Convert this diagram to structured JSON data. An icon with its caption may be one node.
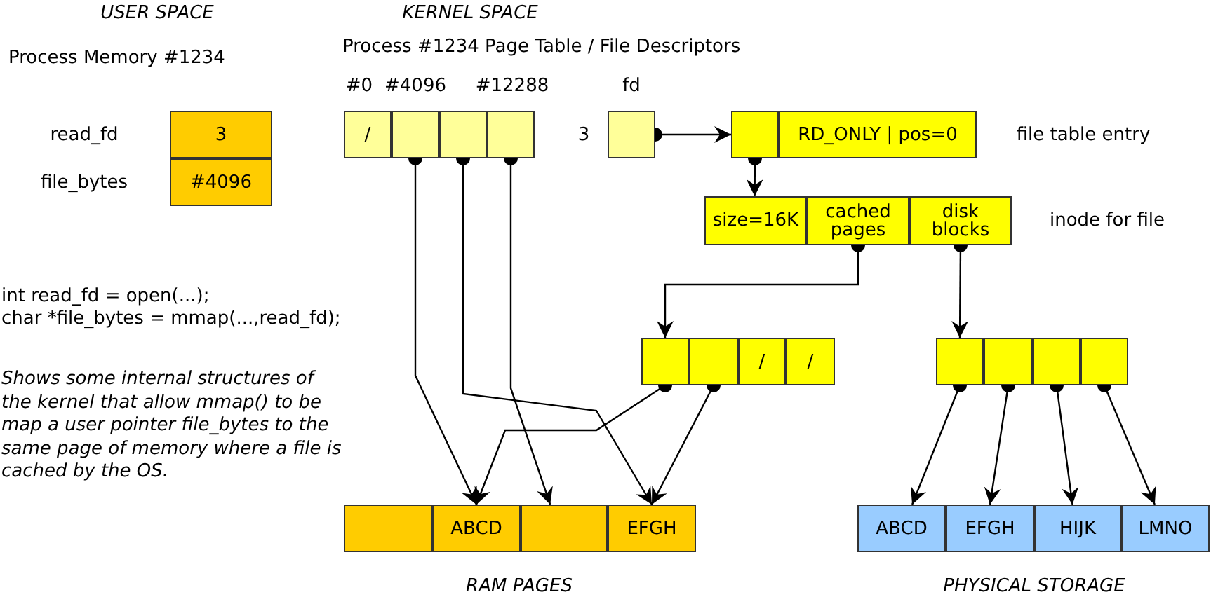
{
  "diagram": {
    "nodes": [
      {
        "text": [
          "3"
        ],
        "beside": [
          "read_fd"
        ]
      },
      {
        "text": [
          "#4096"
        ],
        "beside": [
          "file_bytes"
        ]
      },
      {
        "text": [
          "/"
        ],
        "beside": [
          "#0"
        ]
      },
      {
        "text": [],
        "shape": "box",
        "beside": [
          "#4096"
        ]
      },
      {
        "text": [],
        "shape": "box"
      },
      {
        "text": [],
        "shape": "box",
        "beside": [
          "#12288"
        ]
      },
      {
        "text": [],
        "shape": "box",
        "beside": [
          "fd",
          "3"
        ]
      },
      {
        "text": [],
        "shape": "box"
      },
      {
        "text": [
          "RD_ONLY | pos=0"
        ],
        "beside": [
          "file table entry"
        ]
      },
      {
        "text": [
          "size=16K"
        ]
      },
      {
        "text": [
          "cached pages"
        ]
      },
      {
        "text": [
          "disk blocks"
        ],
        "beside": [
          "inode for file"
        ]
      },
      {
        "text": [],
        "shape": "box"
      },
      {
        "text": [],
        "shape": "box"
      },
      {
        "text": [
          "/"
        ]
      },
      {
        "text": [
          "/"
        ]
      },
      {
        "text": [],
        "shape": "box"
      },
      {
        "text": [],
        "shape": "box"
      },
      {
        "text": [],
        "shape": "box"
      },
      {
        "text": [],
        "shape": "box"
      },
      {
        "text": [],
        "shape": "box"
      },
      {
        "text": [
          "ABCD"
        ]
      },
      {
        "text": [],
        "shape": "box"
      },
      {
        "text": [
          "EFGH"
        ]
      },
      {
        "text": [
          "ABCD"
        ]
      },
      {
        "text": [
          "EFGH"
        ]
      },
      {
        "text": [
          "HIJK"
        ]
      },
      {
        "text": [
          "LMNO"
        ]
      }
    ],
    "edges": [
      {
        "from": 3,
        "to": 21,
        "arrow": "to"
      },
      {
        "from": 4,
        "to": 23,
        "arrow": "to"
      },
      {
        "from": 5,
        "to": 22,
        "arrow": "to"
      },
      {
        "from": 6,
        "to": 7,
        "arrow": "to"
      },
      {
        "from": 7,
        "to": 9,
        "arrow": "to"
      },
      {
        "from": 10,
        "to": 12,
        "arrow": "to"
      },
      {
        "from": 11,
        "to": 16,
        "arrow": "to"
      },
      {
        "from": 12,
        "to": 21,
        "arrow": "to"
      },
      {
        "from": 13,
        "to": 23,
        "arrow": "to"
      },
      {
        "from": 16,
        "to": 24,
        "arrow": "to"
      },
      {
        "from": 17,
        "to": 25,
        "arrow": "to"
      },
      {
        "from": 18,
        "to": 26,
        "arrow": "to"
      },
      {
        "from": 19,
        "to": 27,
        "arrow": "to"
      }
    ],
    "labels": [
      "USER SPACE",
      "KERNEL SPACE",
      "Process Memory #1234",
      "Process #1234 Page Table / File Descriptors",
      "int read_fd = open(...);",
      "char *file_bytes = mmap(...,read_fd);",
      "Shows some internal structures of the kernel that allow mmap() to be map a user pointer file_bytes to the same page of memory where a file is cached by the OS.",
      "RAM PAGES",
      "PHYSICAL STORAGE"
    ]
  }
}
